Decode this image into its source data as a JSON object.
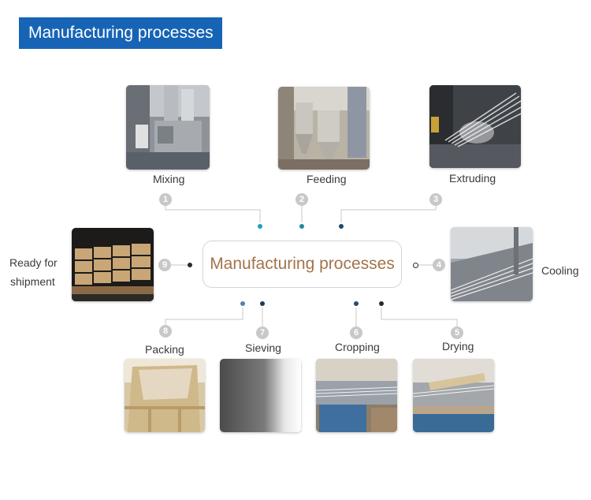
{
  "header": {
    "title": "Manufacturing processes"
  },
  "center": {
    "title": "Manufacturing processes"
  },
  "colors": {
    "banner": "#1764b6",
    "center_text": "#a3734b",
    "connector": "#c9c9c9",
    "dot_teal": "#1aa3b8",
    "dot_navy": "#1e4a6a",
    "dot_blue": "#5b7fb0",
    "dot_dark": "#2b2b2b"
  },
  "steps": [
    {
      "number": "1",
      "label": "Mixing",
      "photo_icon": "mixing-machine-photo"
    },
    {
      "number": "2",
      "label": "Feeding",
      "photo_icon": "feeding-silo-photo"
    },
    {
      "number": "3",
      "label": "Extruding",
      "photo_icon": "extruder-strands-photo"
    },
    {
      "number": "4",
      "label": "Cooling",
      "photo_icon": "cooling-trough-photo"
    },
    {
      "number": "5",
      "label": "Drying",
      "photo_icon": "drying-line-photo"
    },
    {
      "number": "6",
      "label": "Cropping",
      "photo_icon": "pelletizer-photo"
    },
    {
      "number": "7",
      "label": "Sieving",
      "photo_icon": "sieve-granules-photo"
    },
    {
      "number": "8",
      "label": "Packing",
      "photo_icon": "packing-bag-photo"
    },
    {
      "number": "9",
      "label_line1": "Ready for",
      "label_line2": "shipment",
      "photo_icon": "pallet-bags-photo"
    }
  ]
}
